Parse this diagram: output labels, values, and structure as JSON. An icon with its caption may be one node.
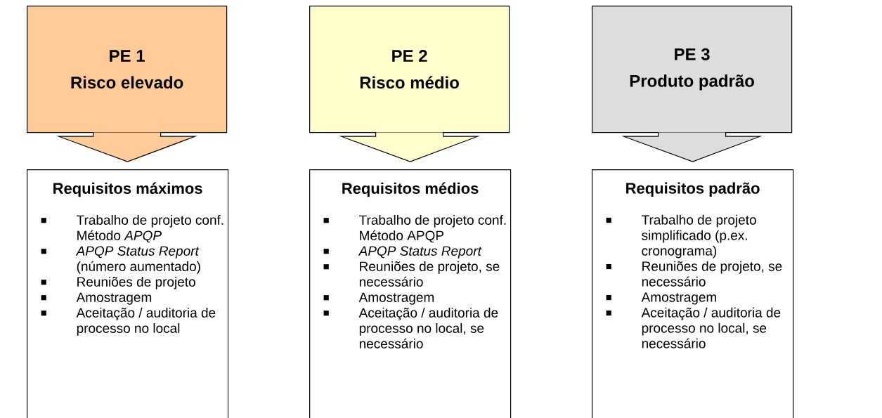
{
  "diagram": {
    "nodes": [
      {
        "text": [
          "PE 1",
          "Risco elevado"
        ]
      },
      {
        "text": [
          "PE 2",
          "Risco médio"
        ]
      },
      {
        "text": [
          "PE 3",
          "Produto padrão"
        ]
      },
      {
        "text": [
          "Requisitos máximos",
          "Trabalho de projeto conf. Método *APQP*",
          "*APQP Status Report* (número aumentado)",
          "Reuniões de projeto",
          "Amostragem",
          "Aceitação / auditoria de processo no local"
        ]
      },
      {
        "text": [
          "Requisitos médios",
          "Trabalho de projeto conf. Método APQP",
          "APQP Status Report",
          "Reuniões de projeto, se necessário",
          "Amostragem",
          "Aceitação / auditoria de processo no local, se necessário"
        ]
      },
      {
        "text": [
          "Requisitos padrão",
          "Trabalho de projeto simplificado (p.ex. cronograma)",
          "Reuniões de projeto, se necessário",
          "Amostragem",
          "Aceitação / auditoria de processo no local, se necessário"
        ]
      }
    ],
    "edges": [
      {
        "from": 0,
        "to": 3,
        "arrow": "to"
      },
      {
        "from": 1,
        "to": 4,
        "arrow": "to"
      },
      {
        "from": 2,
        "to": 5,
        "arrow": "to"
      }
    ]
  }
}
